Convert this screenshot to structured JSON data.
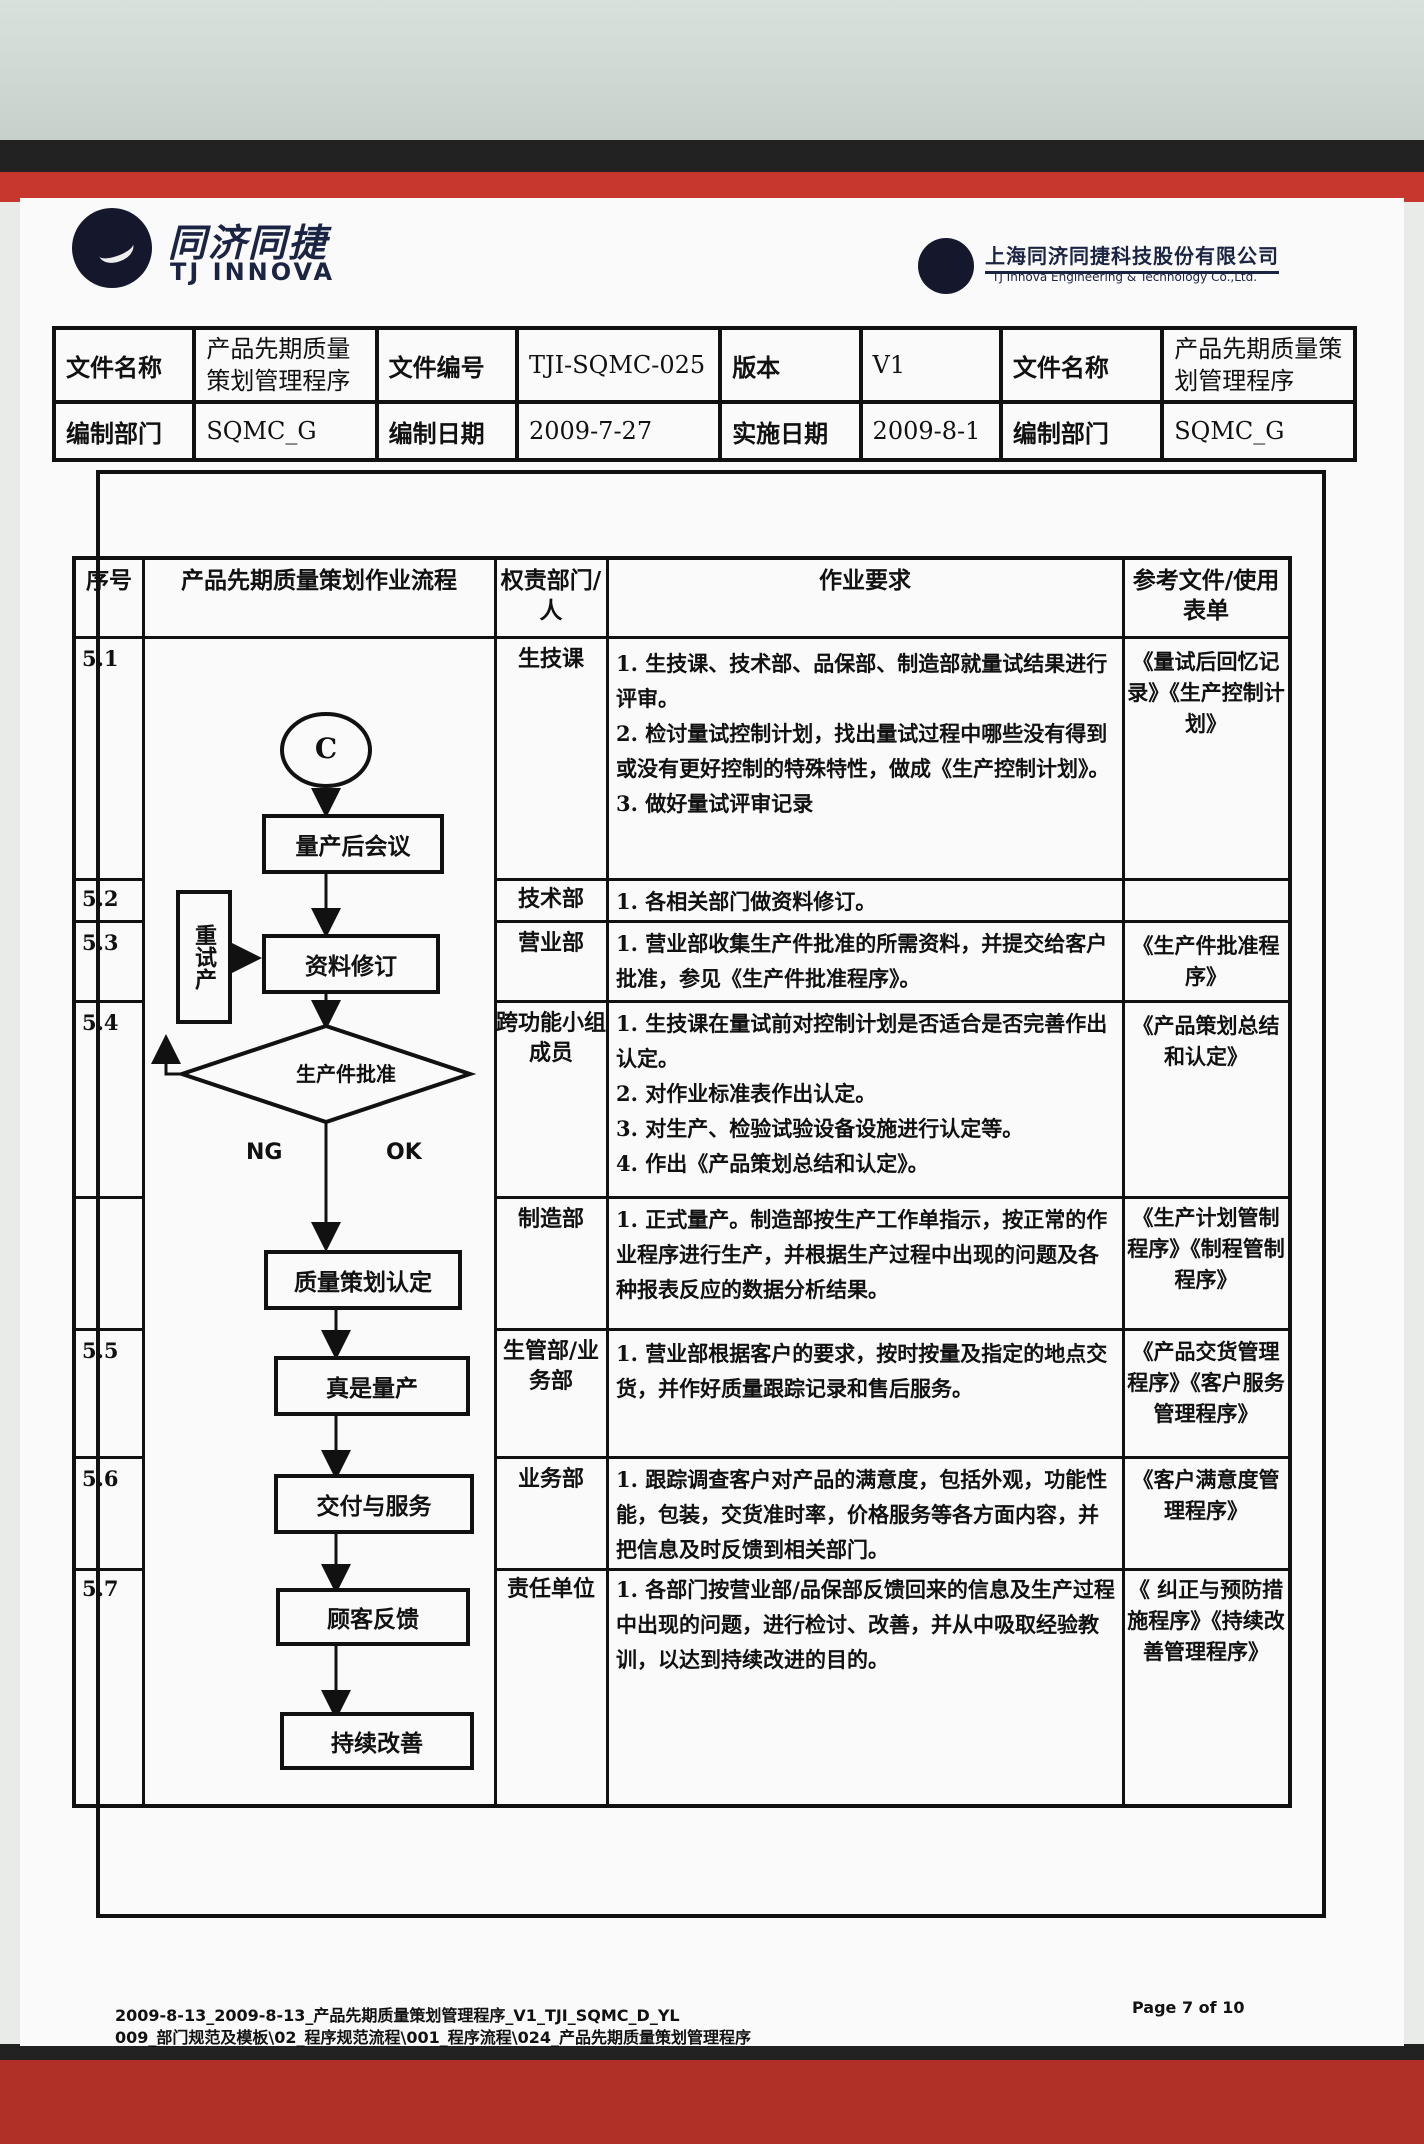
{
  "header": {
    "brand_cn": "同济同捷",
    "brand_en": "TJ INNOVA",
    "brand_right_cn": "上海同济同捷科技股份有限公司",
    "brand_right_en": "TJ Innova Engineering & Technology Co.,Ltd."
  },
  "meta": {
    "row1": [
      "文件名称",
      "产品先期质量策划管理程序",
      "文件编号",
      "TJI-SQMC-025",
      "版本",
      "V1",
      "文件名称",
      "产品先期质量策划管理程序"
    ],
    "row2": [
      "编制部门",
      "SQMC_G",
      "编制日期",
      "2009-7-27",
      "实施日期",
      "2009-8-1",
      "编制部门",
      "SQMC_G"
    ]
  },
  "table": {
    "headers": {
      "seq": "序号",
      "flow": "产品先期质量策划作业流程",
      "dept": "权责部门/人",
      "req": "作业要求",
      "ref": "参考文件/使用表单"
    },
    "rows": [
      {
        "seq": "5.1",
        "dept": "生技课",
        "req": [
          "1. 生技课、技术部、品保部、制造部就量试结果进行评审。",
          "2. 检讨量试控制计划，找出量试过程中哪些没有得到或没有更好控制的特殊特性，做成《生产控制计划》。",
          "3. 做好量试评审记录"
        ],
        "ref": "《量试后回忆记录》《生产控制计划》"
      },
      {
        "seq": "5.2",
        "dept": "技术部",
        "req": [
          "1. 各相关部门做资料修订。"
        ],
        "ref": ""
      },
      {
        "seq": "5.3",
        "dept": "营业部",
        "req": [
          "1. 营业部收集生产件批准的所需资料，并提交给客户批准，参见《生产件批准程序》。"
        ],
        "ref": "《生产件批准程序》"
      },
      {
        "seq": "5.4",
        "dept": "跨功能小组成员",
        "req": [
          "1. 生技课在量试前对控制计划是否适合是否完善作出认定。",
          "2. 对作业标准表作出认定。",
          "3. 对生产、检验试验设备设施进行认定等。",
          "4. 作出《产品策划总结和认定》。"
        ],
        "ref": "《产品策划总结和认定》"
      },
      {
        "seq": "",
        "dept": "制造部",
        "req": [
          "1. 正式量产。制造部按生产工作单指示，按正常的作业程序进行生产，并根据生产过程中出现的问题及各种报表反应的数据分析结果。"
        ],
        "ref": "《生产计划管制程序》《制程管制程序》"
      },
      {
        "seq": "5.5",
        "dept": "生管部/业务部",
        "req": [
          "1. 营业部根据客户的要求，按时按量及指定的地点交货，并作好质量跟踪记录和售后服务。"
        ],
        "ref": "《产品交货管理程序》《客户服务管理程序》"
      },
      {
        "seq": "5.6",
        "dept": "业务部",
        "req": [
          "1.  跟踪调查客户对产品的满意度，包括外观，功能性能，包装，交货准时率，价格服务等各方面内容，并把信息及时反馈到相关部门。"
        ],
        "ref": "《客户满意度管理程序》"
      },
      {
        "seq": "5.7",
        "dept": "责任单位",
        "req": [
          "1. 各部门按营业部/品保部反馈回来的信息及生产过程中出现的问题，进行检讨、改善，并从中吸取经验教训，以达到持续改进的目的。"
        ],
        "ref": "《 纠正与预防措施程序》《持续改善管理程序》"
      }
    ]
  },
  "flow": {
    "connector": "C",
    "step1": "量产后会议",
    "step2": "资料修订",
    "side": "重试产",
    "decision": "生产件批准",
    "ng": "NG",
    "ok": "OK",
    "step3": "质量策划认定",
    "step4": "真是量产",
    "step5": "交付与服务",
    "step6": "顾客反馈",
    "step7": "持续改善"
  },
  "footer": {
    "line1": "2009-8-13_2009-8-13_产品先期质量策划管理程序_V1_TJI_SQMC_D_YL",
    "line2": "009_部门规范及模板\\02_程序规范流程\\001_程序流程\\024_产品先期质量策划管理程序",
    "page": "Page 7 of 10"
  }
}
